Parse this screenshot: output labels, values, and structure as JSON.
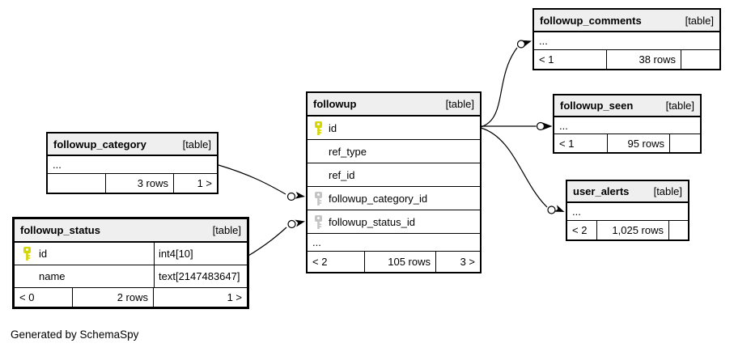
{
  "diagram": {
    "note": "Generated by SchemaSpy"
  },
  "colors": {
    "header_bg": "#efefef",
    "border": "#000000",
    "primary_key": "#d6d600",
    "foreign_key": "#c4c4c4"
  },
  "tables": [
    {
      "id": "followup",
      "name": "followup",
      "tag": "[table]",
      "rows": [
        {
          "name": "id",
          "key": "pk"
        },
        {
          "name": "ref_type"
        },
        {
          "name": "ref_id"
        },
        {
          "name": "followup_category_id",
          "key": "fk"
        },
        {
          "name": "followup_status_id",
          "key": "fk"
        },
        {
          "name": "...",
          "ellipsis": true
        }
      ],
      "footer": {
        "left": "< 2",
        "center": "105 rows",
        "right": "3 >"
      }
    },
    {
      "id": "category",
      "name": "followup_category",
      "tag": "[table]",
      "rows": [
        {
          "name": "...",
          "ellipsis": true
        }
      ],
      "footer": {
        "left": "",
        "center": "3 rows",
        "right": "1 >"
      }
    },
    {
      "id": "status",
      "name": "followup_status",
      "tag": "[table]",
      "rows": [
        {
          "name": "id",
          "key": "pk",
          "type": "int4[10]"
        },
        {
          "name": "name",
          "type": "text[2147483647]"
        }
      ],
      "footer": {
        "left": "< 0",
        "center": "2 rows",
        "right": "1 >"
      }
    },
    {
      "id": "comments",
      "name": "followup_comments",
      "tag": "[table]",
      "rows": [
        {
          "name": "...",
          "ellipsis": true
        }
      ],
      "footer": {
        "left": "< 1",
        "center": "38 rows",
        "right": ""
      }
    },
    {
      "id": "seen",
      "name": "followup_seen",
      "tag": "[table]",
      "rows": [
        {
          "name": "...",
          "ellipsis": true
        }
      ],
      "footer": {
        "left": "< 1",
        "center": "95 rows",
        "right": ""
      }
    },
    {
      "id": "alerts",
      "name": "user_alerts",
      "tag": "[table]",
      "rows": [
        {
          "name": "...",
          "ellipsis": true
        }
      ],
      "footer": {
        "left": "< 2",
        "center": "1,025 rows",
        "right": ""
      }
    }
  ],
  "relationships": [
    {
      "from": "followup.id",
      "to": "followup_comments"
    },
    {
      "from": "followup.id",
      "to": "followup_seen"
    },
    {
      "from": "followup.id",
      "to": "user_alerts"
    },
    {
      "from": "followup_category",
      "to": "followup.followup_category_id"
    },
    {
      "from": "followup_status.id",
      "to": "followup.followup_status_id"
    }
  ]
}
